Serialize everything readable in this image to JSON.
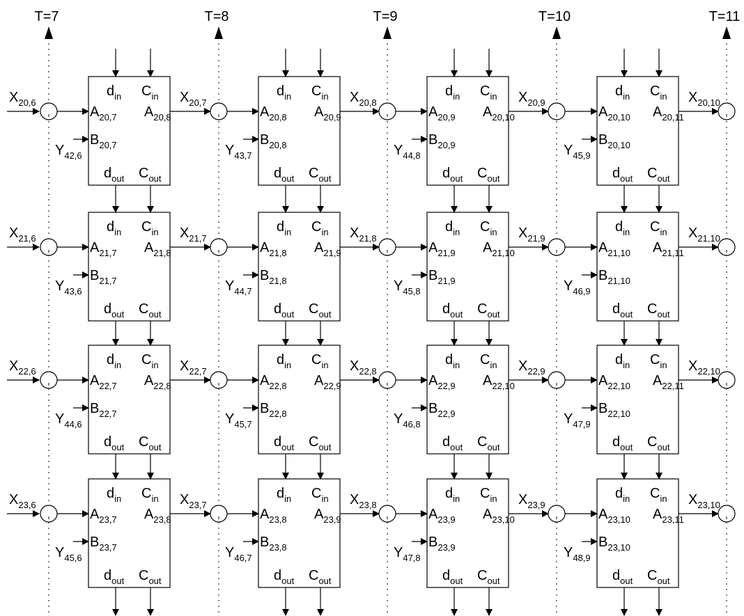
{
  "time_labels": [
    "T=7",
    "T=8",
    "T=9",
    "T=10",
    "T=11"
  ],
  "block_labels": {
    "d_in": [
      "d",
      "in"
    ],
    "c_in": [
      "C",
      "in"
    ],
    "d_out": [
      "d",
      "out"
    ],
    "c_out": [
      "C",
      "out"
    ]
  },
  "rows": [
    {
      "left_x": [
        "X",
        "20,6"
      ],
      "cells": [
        {
          "a_in": [
            "A",
            "20,7"
          ],
          "a_out": [
            "A",
            "20,8"
          ],
          "b": [
            "B",
            "20,7"
          ],
          "y": [
            "Y",
            "42,6"
          ],
          "x_out": [
            "X",
            "20,7"
          ]
        },
        {
          "a_in": [
            "A",
            "20,8"
          ],
          "a_out": [
            "A",
            "20,9"
          ],
          "b": [
            "B",
            "20,8"
          ],
          "y": [
            "Y",
            "43,7"
          ],
          "x_out": [
            "X",
            "20,8"
          ]
        },
        {
          "a_in": [
            "A",
            "20,9"
          ],
          "a_out": [
            "A",
            "20,10"
          ],
          "b": [
            "B",
            "20,9"
          ],
          "y": [
            "Y",
            "44,8"
          ],
          "x_out": [
            "X",
            "20,9"
          ]
        },
        {
          "a_in": [
            "A",
            "20,10"
          ],
          "a_out": [
            "A",
            "20,11"
          ],
          "b": [
            "B",
            "20,10"
          ],
          "y": [
            "Y",
            "45,9"
          ],
          "x_out": [
            "X",
            "20,10"
          ]
        }
      ]
    },
    {
      "left_x": [
        "X",
        "21,6"
      ],
      "cells": [
        {
          "a_in": [
            "A",
            "21,7"
          ],
          "a_out": [
            "A",
            "21,8"
          ],
          "b": [
            "B",
            "21,7"
          ],
          "y": [
            "Y",
            "43,6"
          ],
          "x_out": [
            "X",
            "21,7"
          ]
        },
        {
          "a_in": [
            "A",
            "21,8"
          ],
          "a_out": [
            "A",
            "21,9"
          ],
          "b": [
            "B",
            "21,8"
          ],
          "y": [
            "Y",
            "44,7"
          ],
          "x_out": [
            "X",
            "21,8"
          ]
        },
        {
          "a_in": [
            "A",
            "21,9"
          ],
          "a_out": [
            "A",
            "21,10"
          ],
          "b": [
            "B",
            "21,9"
          ],
          "y": [
            "Y",
            "45,8"
          ],
          "x_out": [
            "X",
            "21,9"
          ]
        },
        {
          "a_in": [
            "A",
            "21,10"
          ],
          "a_out": [
            "A",
            "21,11"
          ],
          "b": [
            "B",
            "21,10"
          ],
          "y": [
            "Y",
            "46,9"
          ],
          "x_out": [
            "X",
            "21,10"
          ]
        }
      ]
    },
    {
      "left_x": [
        "X",
        "22,6"
      ],
      "cells": [
        {
          "a_in": [
            "A",
            "22,7"
          ],
          "a_out": [
            "A",
            "22,8"
          ],
          "b": [
            "B",
            "22,7"
          ],
          "y": [
            "Y",
            "44,6"
          ],
          "x_out": [
            "X",
            "22,7"
          ]
        },
        {
          "a_in": [
            "A",
            "22,8"
          ],
          "a_out": [
            "A",
            "22,9"
          ],
          "b": [
            "B",
            "22,8"
          ],
          "y": [
            "Y",
            "45,7"
          ],
          "x_out": [
            "X",
            "22,8"
          ]
        },
        {
          "a_in": [
            "A",
            "22,9"
          ],
          "a_out": [
            "A",
            "22,10"
          ],
          "b": [
            "B",
            "22,9"
          ],
          "y": [
            "Y",
            "46,8"
          ],
          "x_out": [
            "X",
            "22,9"
          ]
        },
        {
          "a_in": [
            "A",
            "22,10"
          ],
          "a_out": [
            "A",
            "22,11"
          ],
          "b": [
            "B",
            "22,10"
          ],
          "y": [
            "Y",
            "47,9"
          ],
          "x_out": [
            "X",
            "22,10"
          ]
        }
      ]
    },
    {
      "left_x": [
        "X",
        "23,6"
      ],
      "cells": [
        {
          "a_in": [
            "A",
            "23,7"
          ],
          "a_out": [
            "A",
            "23,8"
          ],
          "b": [
            "B",
            "23,7"
          ],
          "y": [
            "Y",
            "45,6"
          ],
          "x_out": [
            "X",
            "23,7"
          ]
        },
        {
          "a_in": [
            "A",
            "23,8"
          ],
          "a_out": [
            "A",
            "23,9"
          ],
          "b": [
            "B",
            "23,8"
          ],
          "y": [
            "Y",
            "46,7"
          ],
          "x_out": [
            "X",
            "23,8"
          ]
        },
        {
          "a_in": [
            "A",
            "23,9"
          ],
          "a_out": [
            "A",
            "23,10"
          ],
          "b": [
            "B",
            "23,9"
          ],
          "y": [
            "Y",
            "47,8"
          ],
          "x_out": [
            "X",
            "23,9"
          ]
        },
        {
          "a_in": [
            "A",
            "23,10"
          ],
          "a_out": [
            "A",
            "23,11"
          ],
          "b": [
            "B",
            "23,10"
          ],
          "y": [
            "Y",
            "48,9"
          ],
          "x_out": [
            "X",
            "23,10"
          ]
        }
      ]
    }
  ]
}
